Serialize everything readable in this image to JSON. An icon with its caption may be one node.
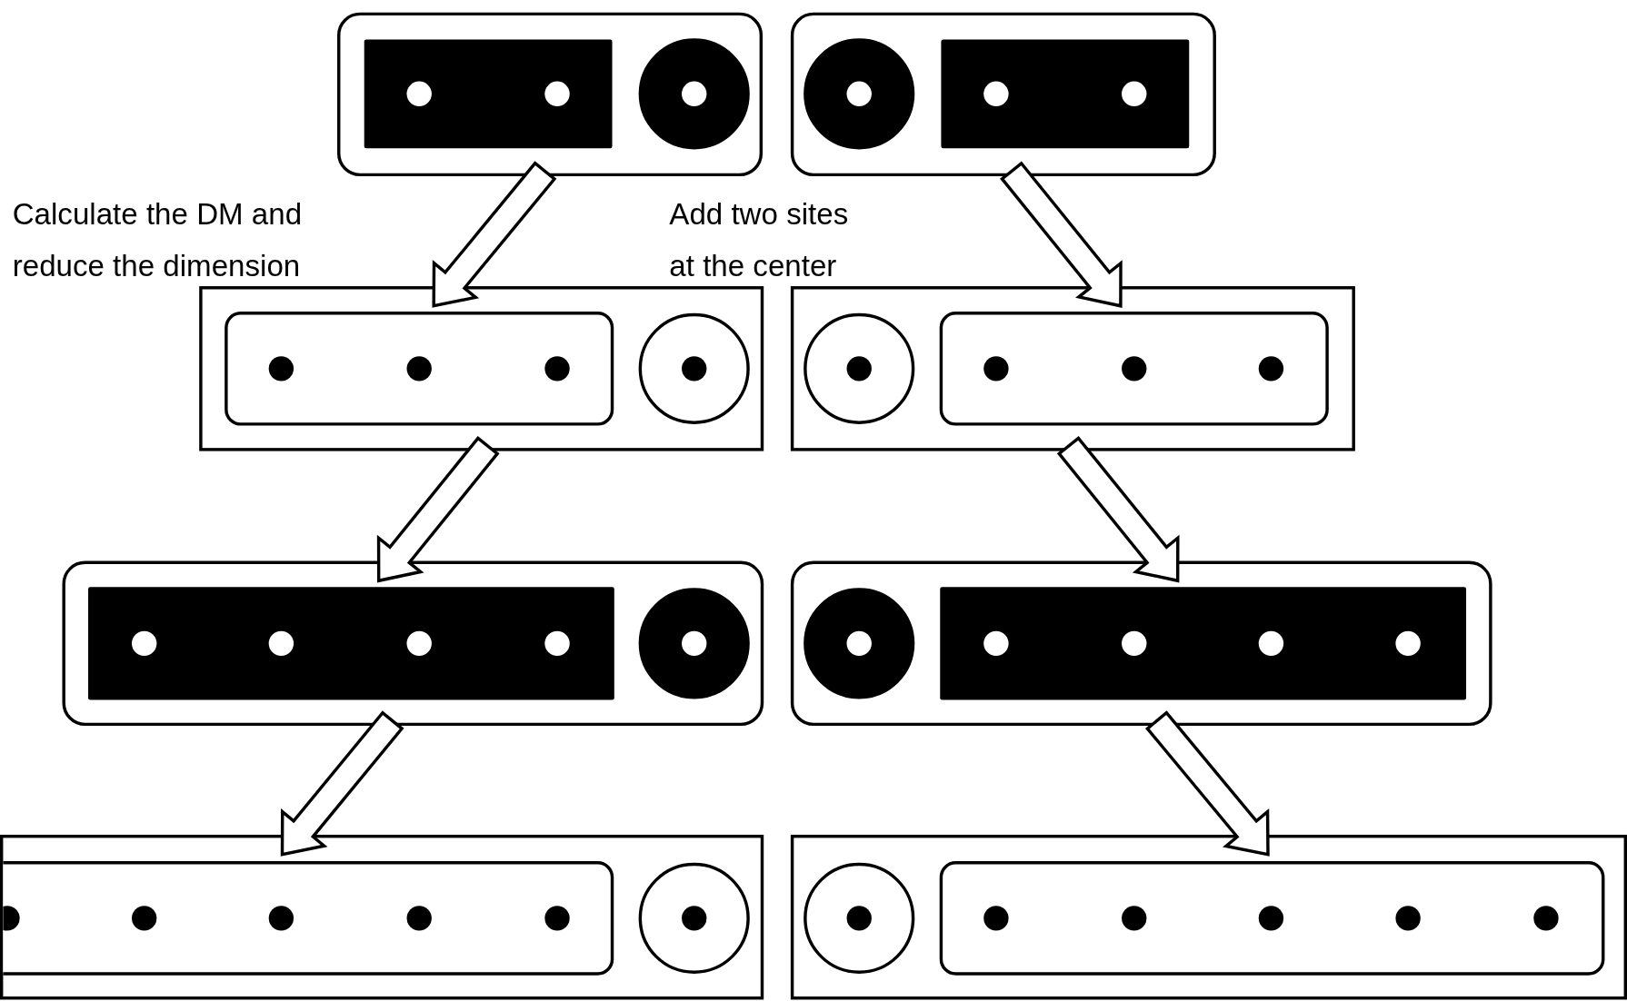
{
  "diagram": {
    "nodes": [
      {
        "text": [],
        "shape": "box"
      },
      {
        "text": [],
        "shape": "box"
      },
      {
        "text": [],
        "shape": "box"
      },
      {
        "text": [],
        "shape": "box"
      },
      {
        "text": [],
        "shape": "box"
      },
      {
        "text": [],
        "shape": "box"
      },
      {
        "text": [],
        "shape": "box"
      },
      {
        "text": [],
        "shape": "box"
      }
    ],
    "edges": [
      {
        "from": 0,
        "to": 2,
        "arrow": "to"
      },
      {
        "from": 1,
        "to": 3,
        "arrow": "to"
      },
      {
        "from": 2,
        "to": 4,
        "arrow": "to"
      },
      {
        "from": 3,
        "to": 5,
        "arrow": "to"
      },
      {
        "from": 4,
        "to": 6,
        "arrow": "to"
      },
      {
        "from": 5,
        "to": 7,
        "arrow": "to"
      }
    ],
    "labels": [
      "Calculate the DM and reduce the dimension",
      "Add two sites at the center"
    ]
  }
}
